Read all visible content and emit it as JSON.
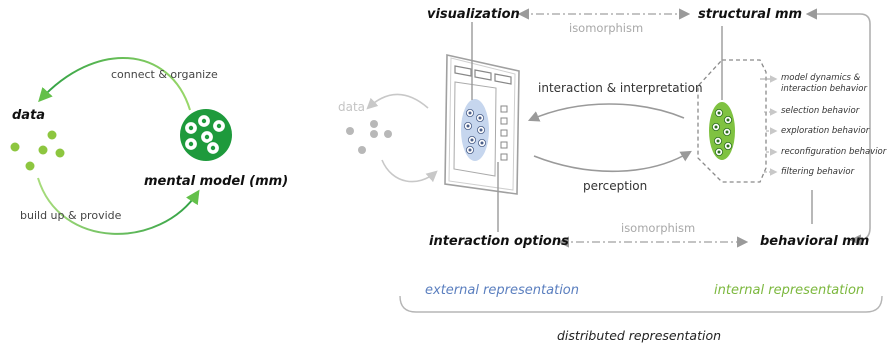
{
  "left": {
    "data_label": "data",
    "mental_model_label": "mental model (mm)",
    "connect_label": "connect & organize",
    "build_label": "build up & provide"
  },
  "right": {
    "visualization_label": "visualization",
    "structural_label": "structural  mm",
    "isomorphism_top": "isomorphism",
    "isomorphism_bottom": "isomorphism",
    "interaction_interp": "interaction & interpretation",
    "perception": "perception",
    "data_faded": "data",
    "interaction_options": "interaction options",
    "behavioral_label": "behavioral mm",
    "external_rep": "external representation",
    "internal_rep": "internal representation",
    "distributed_rep": "distributed representation",
    "behaviors": [
      "model dynamics &",
      "interaction behavior",
      "selection behavior",
      "exploration behavior",
      "reconfiguration behavior",
      "filtering behavior"
    ]
  },
  "colors": {
    "green_dark": "#1f9a3a",
    "green_light": "#8dc63f",
    "green_arrow": "#6cc24a",
    "blue_text": "#5b7fbf",
    "grey": "#b5b5b5"
  }
}
